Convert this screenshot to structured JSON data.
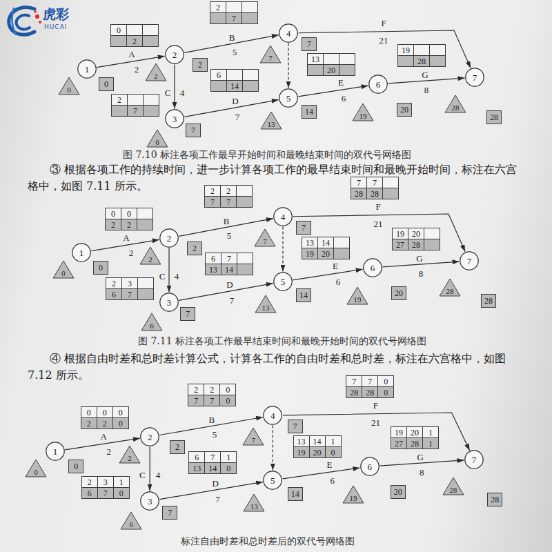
{
  "diagram": {
    "nodes": [
      {
        "text": [
          "1"
        ]
      },
      {
        "text": [
          "2"
        ]
      },
      {
        "text": [
          "3"
        ]
      },
      {
        "text": [
          "4"
        ]
      },
      {
        "text": [
          "5"
        ]
      },
      {
        "text": [
          "6"
        ]
      },
      {
        "text": [
          "7"
        ]
      },
      {
        "text": [
          "0",
          "2"
        ]
      },
      {
        "text": [
          "2",
          "7"
        ]
      },
      {
        "text": [
          "2",
          "7"
        ]
      },
      {
        "text": [
          "6",
          "14"
        ]
      },
      {
        "text": [
          "13",
          "20"
        ]
      },
      {
        "text": [
          "19",
          "28"
        ]
      },
      {
        "text": [
          "0"
        ]
      },
      {
        "text": [
          "2"
        ]
      },
      {
        "text": [
          "6"
        ]
      },
      {
        "text": [
          "7"
        ]
      },
      {
        "text": [
          "13"
        ]
      },
      {
        "text": [
          "19"
        ]
      },
      {
        "text": [
          "28"
        ]
      },
      {
        "text": [
          "0"
        ]
      },
      {
        "text": [
          "2"
        ]
      },
      {
        "text": [
          "7"
        ]
      },
      {
        "text": [
          "7"
        ]
      },
      {
        "text": [
          "14"
        ]
      },
      {
        "text": [
          "20"
        ]
      },
      {
        "text": [
          "28"
        ]
      },
      {
        "text": [
          "1"
        ]
      },
      {
        "text": [
          "2"
        ]
      },
      {
        "text": [
          "3"
        ]
      },
      {
        "text": [
          "4"
        ]
      },
      {
        "text": [
          "5"
        ]
      },
      {
        "text": [
          "6"
        ]
      },
      {
        "text": [
          "7"
        ]
      },
      {
        "text": [
          "0",
          "0",
          "2",
          "2"
        ]
      },
      {
        "text": [
          "2",
          "2",
          "7",
          "7"
        ]
      },
      {
        "text": [
          "2",
          "3",
          "6",
          "7"
        ]
      },
      {
        "text": [
          "6",
          "7",
          "13",
          "14"
        ]
      },
      {
        "text": [
          "13",
          "14",
          "19",
          "20"
        ]
      },
      {
        "text": [
          "7",
          "7",
          "28",
          "28"
        ]
      },
      {
        "text": [
          "19",
          "20",
          "27",
          "28"
        ]
      },
      {
        "text": [
          "0"
        ]
      },
      {
        "text": [
          "2"
        ]
      },
      {
        "text": [
          "6"
        ]
      },
      {
        "text": [
          "7"
        ]
      },
      {
        "text": [
          "13"
        ]
      },
      {
        "text": [
          "19"
        ]
      },
      {
        "text": [
          "28"
        ]
      },
      {
        "text": [
          "0"
        ]
      },
      {
        "text": [
          "2"
        ]
      },
      {
        "text": [
          "7"
        ]
      },
      {
        "text": [
          "7"
        ]
      },
      {
        "text": [
          "14"
        ]
      },
      {
        "text": [
          "20"
        ]
      },
      {
        "text": [
          "28"
        ]
      },
      {
        "text": [
          "1"
        ]
      },
      {
        "text": [
          "2"
        ]
      },
      {
        "text": [
          "3"
        ]
      },
      {
        "text": [
          "4"
        ]
      },
      {
        "text": [
          "5"
        ]
      },
      {
        "text": [
          "6"
        ]
      },
      {
        "text": [
          "7"
        ]
      },
      {
        "text": [
          "0",
          "0",
          "0",
          "2",
          "2",
          "0"
        ]
      },
      {
        "text": [
          "2",
          "2",
          "0",
          "7",
          "7",
          "0"
        ]
      },
      {
        "text": [
          "2",
          "3",
          "1",
          "6",
          "7",
          "0"
        ]
      },
      {
        "text": [
          "6",
          "7",
          "1",
          "13",
          "14",
          "0"
        ]
      },
      {
        "text": [
          "13",
          "14",
          "1",
          "19",
          "20",
          "0"
        ]
      },
      {
        "text": [
          "7",
          "7",
          "0",
          "28",
          "28",
          "0"
        ]
      },
      {
        "text": [
          "19",
          "20",
          "1",
          "27",
          "28",
          "1"
        ]
      },
      {
        "text": [
          "0"
        ]
      },
      {
        "text": [
          "2"
        ]
      },
      {
        "text": [
          "6"
        ]
      },
      {
        "text": [
          "7"
        ]
      },
      {
        "text": [
          "13"
        ]
      },
      {
        "text": [
          "19"
        ]
      },
      {
        "text": [
          "28"
        ]
      },
      {
        "text": [
          "0"
        ]
      },
      {
        "text": [
          "2"
        ]
      },
      {
        "text": [
          "7"
        ]
      },
      {
        "text": [
          "7"
        ]
      },
      {
        "text": [
          "14"
        ]
      },
      {
        "text": [
          "20"
        ]
      },
      {
        "text": [
          "28"
        ]
      }
    ],
    "edges": [
      {
        "from": 0,
        "to": 1,
        "arrow": "to",
        "label": "A"
      },
      {
        "from": 1,
        "to": 3,
        "arrow": "to",
        "label": "B"
      },
      {
        "from": 1,
        "to": 2,
        "arrow": "to",
        "label": "C"
      },
      {
        "from": 2,
        "to": 4,
        "arrow": "to",
        "label": "D"
      },
      {
        "from": 3,
        "to": 4,
        "arrow": "to"
      },
      {
        "from": 4,
        "to": 5,
        "arrow": "to",
        "label": "E"
      },
      {
        "from": 3,
        "to": 6,
        "arrow": "to",
        "label": "F"
      },
      {
        "from": 5,
        "to": 6,
        "arrow": "to",
        "label": "G"
      },
      {
        "from": 27,
        "to": 28,
        "arrow": "to",
        "label": "A"
      },
      {
        "from": 28,
        "to": 30,
        "arrow": "to",
        "label": "B"
      },
      {
        "from": 28,
        "to": 29,
        "arrow": "to",
        "label": "C"
      },
      {
        "from": 29,
        "to": 31,
        "arrow": "to",
        "label": "D"
      },
      {
        "from": 30,
        "to": 31,
        "arrow": "to"
      },
      {
        "from": 31,
        "to": 32,
        "arrow": "to",
        "label": "E"
      },
      {
        "from": 30,
        "to": 33,
        "arrow": "to",
        "label": "F"
      },
      {
        "from": 32,
        "to": 33,
        "arrow": "to",
        "label": "G"
      },
      {
        "from": 55,
        "to": 56,
        "arrow": "to",
        "label": "A"
      },
      {
        "from": 56,
        "to": 58,
        "arrow": "to",
        "label": "B"
      },
      {
        "from": 56,
        "to": 57,
        "arrow": "to",
        "label": "C"
      },
      {
        "from": 57,
        "to": 59,
        "arrow": "to",
        "label": "D"
      },
      {
        "from": 58,
        "to": 59,
        "arrow": "to"
      },
      {
        "from": 59,
        "to": 60,
        "arrow": "to",
        "label": "E"
      },
      {
        "from": 58,
        "to": 61,
        "arrow": "to",
        "label": "F"
      },
      {
        "from": 60,
        "to": 61,
        "arrow": "to",
        "label": "G"
      }
    ],
    "labels": [
      "虎彩",
      "HUCAI",
      "2",
      "5",
      "4",
      "7",
      "6",
      "21",
      "8",
      "图 7.10 标注各项工作最早开始时间和最晚结束时间的双代号网络图",
      "③ 根据各项工作的持续时间，进一步计算各项工作的最早结束时间和最晚开始时间，标注在六宫格中，如图 7.11 所示。",
      "2",
      "5",
      "4",
      "7",
      "6",
      "21",
      "8",
      "图 7.11 标注各项工作最早结束时间和最晚开始时间的双代号网络图",
      "④ 根据自由时差和总时差计算公式，计算各工作的自由时差和总时差，标注在六宫格中，如图 7.12 所示。",
      "2",
      "5",
      "4",
      "7",
      "6",
      "21",
      "8",
      "标注自由时差和总时差后的双代号网络图"
    ]
  }
}
